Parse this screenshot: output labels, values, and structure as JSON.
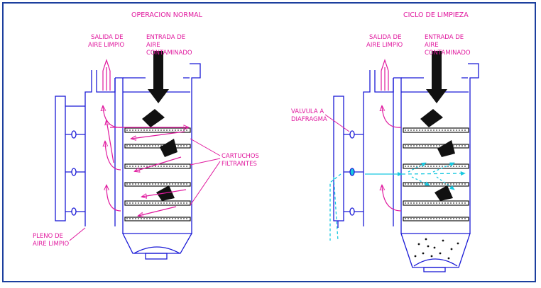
{
  "panels": {
    "left": {
      "title": "OPERACION NORMAL",
      "outlet_label": [
        "SALIDA DE",
        "AIRE LIMPIO"
      ],
      "inlet_label": [
        "ENTRADA DE",
        "AIRE",
        "CONTAMINADO"
      ],
      "cartridges_label": [
        "CARTUCHOS",
        "FILTRANTES"
      ],
      "plenum_label": [
        "PLENO DE",
        "AIRE LIMPIO"
      ]
    },
    "right": {
      "title": "CICLO DE LIMPIEZA",
      "outlet_label": [
        "SALIDA DE",
        "AIRE LIMPIO"
      ],
      "inlet_label": [
        "ENTRADA DE",
        "AIRE",
        "CONTAMINADO"
      ],
      "valve_label": [
        "VALVULA A",
        "DIAFRAGMA"
      ]
    }
  },
  "colors": {
    "frame": "#1c3f9e",
    "line": "#1a1ad6",
    "label": "#e0189e",
    "pulse": "#18c8e0",
    "black": "#111111"
  }
}
